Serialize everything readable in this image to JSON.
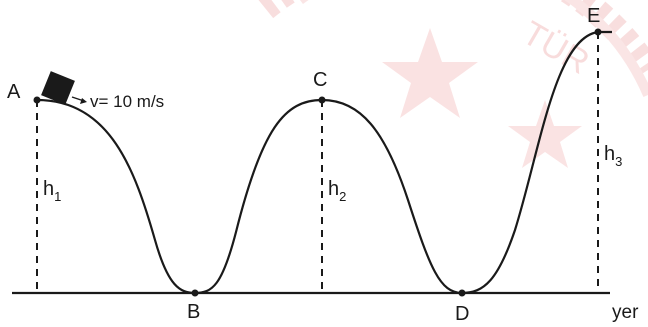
{
  "points": {
    "A": "A",
    "B": "B",
    "C": "C",
    "D": "D",
    "E": "E"
  },
  "heights": {
    "h1": {
      "base": "h",
      "sub": "1"
    },
    "h2": {
      "base": "h",
      "sub": "2"
    },
    "h3": {
      "base": "h",
      "sub": "3"
    }
  },
  "ground_label": "yer",
  "velocity_label": "v= 10 m/s",
  "colors": {
    "ink": "#1a1a1a",
    "watermark": "#f3b9b9"
  }
}
